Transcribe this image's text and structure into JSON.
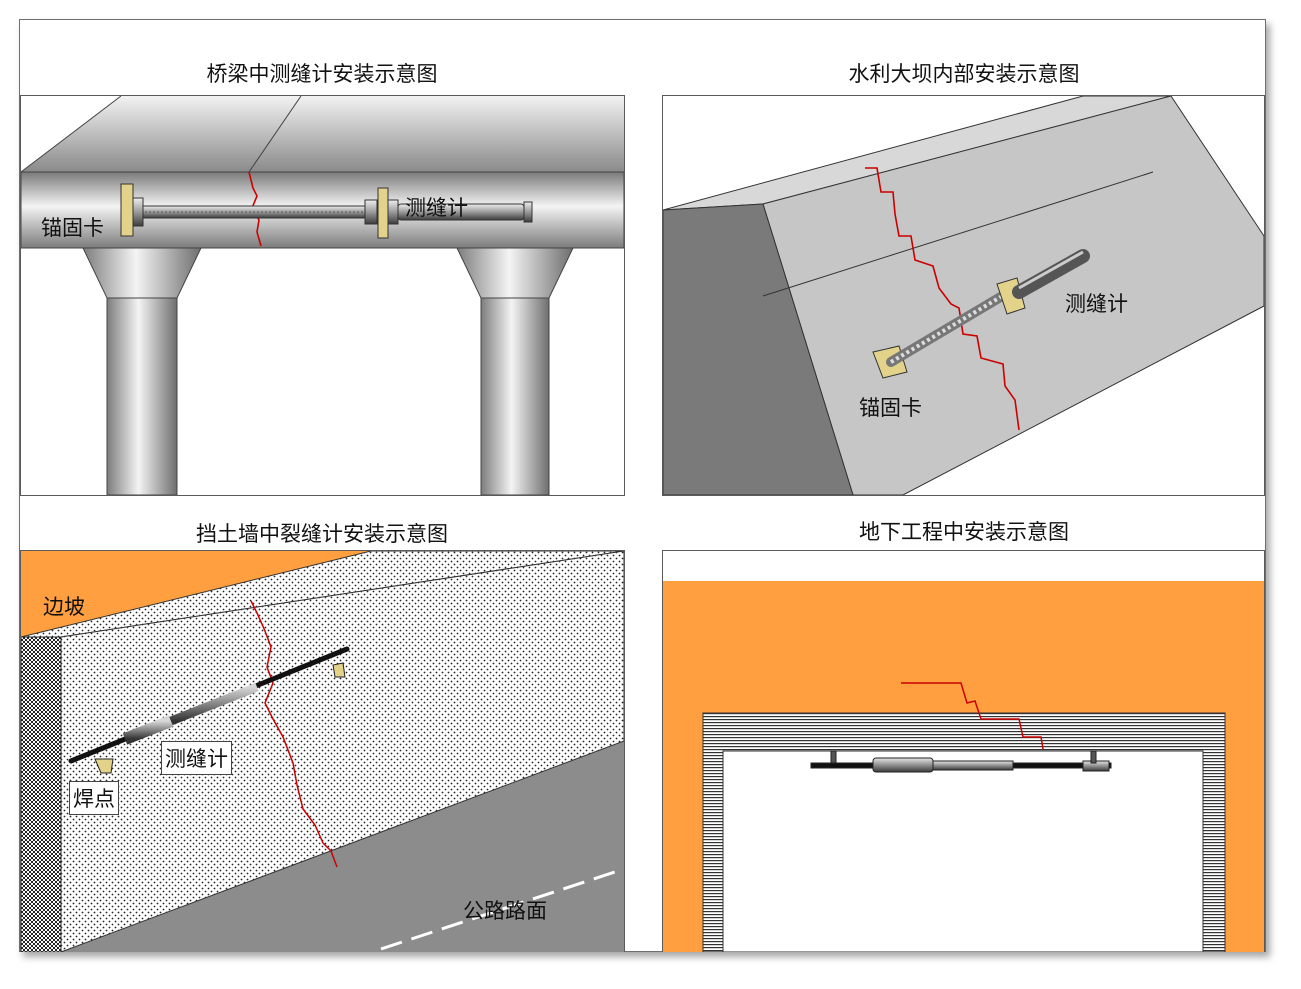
{
  "panels": {
    "bridge": {
      "title": "桥梁中测缝计安装示意图",
      "label_anchor": "锚固卡",
      "label_gauge": "测缝计"
    },
    "dam": {
      "title": "水利大坝内部安装示意图",
      "label_gauge": "测缝计",
      "label_anchor": "锚固卡"
    },
    "wall": {
      "title": "挡土墙中裂缝计安装示意图",
      "label_slope": "边坡",
      "label_gauge": "测缝计",
      "label_weld": "焊点",
      "label_road": "公路路面"
    },
    "tunnel": {
      "title": "地下工程中安装示意图"
    }
  },
  "colors": {
    "crack": "#cc0000",
    "soil": "#ff9f3f",
    "anchor": "#e2d28a",
    "road": "#8c8c8c"
  }
}
